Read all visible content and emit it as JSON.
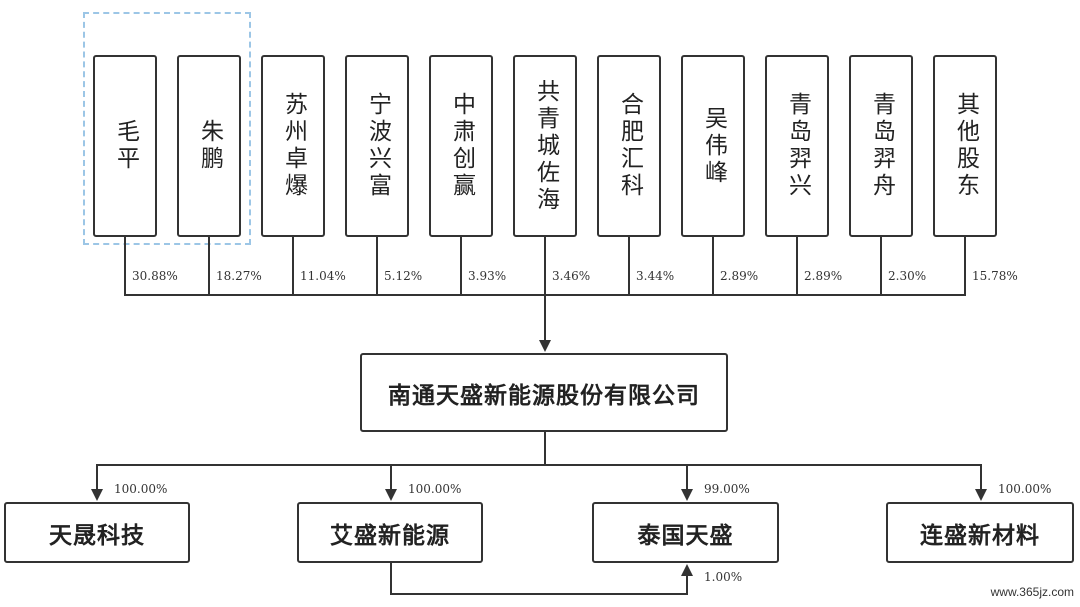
{
  "shareholders": [
    {
      "name": "毛平",
      "pct": "30.88%"
    },
    {
      "name": "朱鹏",
      "pct": "18.27%"
    },
    {
      "name": "苏州卓爆",
      "pct": "11.04%"
    },
    {
      "name": "宁波兴富",
      "pct": "5.12%"
    },
    {
      "name": "中肃创赢",
      "pct": "3.93%"
    },
    {
      "name": "共青城佐海",
      "pct": "3.46%"
    },
    {
      "name": "合肥汇科",
      "pct": "3.44%"
    },
    {
      "name": "吴伟峰",
      "pct": "2.89%"
    },
    {
      "name": "青岛羿兴",
      "pct": "2.89%"
    },
    {
      "name": "青岛羿舟",
      "pct": "2.30%"
    },
    {
      "name": "其他股东",
      "pct": "15.78%"
    }
  ],
  "company": {
    "name": "南通天盛新能源股份有限公司"
  },
  "subsidiaries": [
    {
      "name": "天晟科技",
      "pct": "100.00%"
    },
    {
      "name": "艾盛新能源",
      "pct": "100.00%"
    },
    {
      "name": "泰国天盛",
      "pct": "99.00%"
    },
    {
      "name": "连盛新材料",
      "pct": "100.00%"
    }
  ],
  "cross_holding": {
    "pct": "1.00%"
  },
  "watermark": "www.365jz.com"
}
